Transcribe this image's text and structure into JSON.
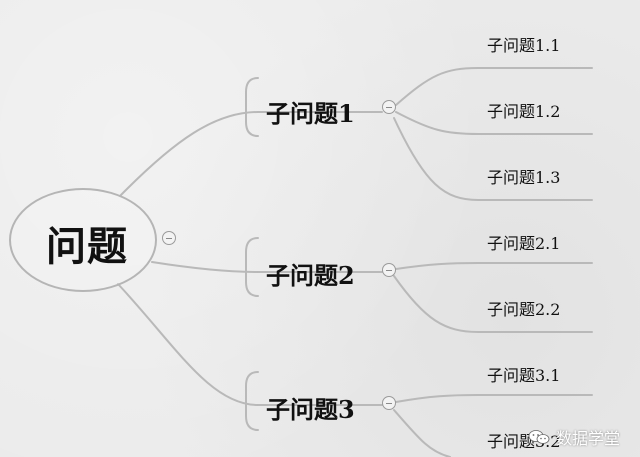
{
  "colors": {
    "background": "#ebebeb",
    "line": "#b9b9b9",
    "text": "#111111",
    "watermark": "#ffffff"
  },
  "mindmap": {
    "root": {
      "label": "问题"
    },
    "subtopics": [
      {
        "label": "子问题1",
        "children": [
          "子问题1.1",
          "子问题1.2",
          "子问题1.3"
        ]
      },
      {
        "label": "子问题2",
        "children": [
          "子问题2.1",
          "子问题2.2"
        ]
      },
      {
        "label": "子问题3",
        "children": [
          "子问题3.1",
          "子问题3.2"
        ]
      }
    ]
  },
  "watermark": {
    "icon": "wechat-icon",
    "text": "数据学堂"
  }
}
